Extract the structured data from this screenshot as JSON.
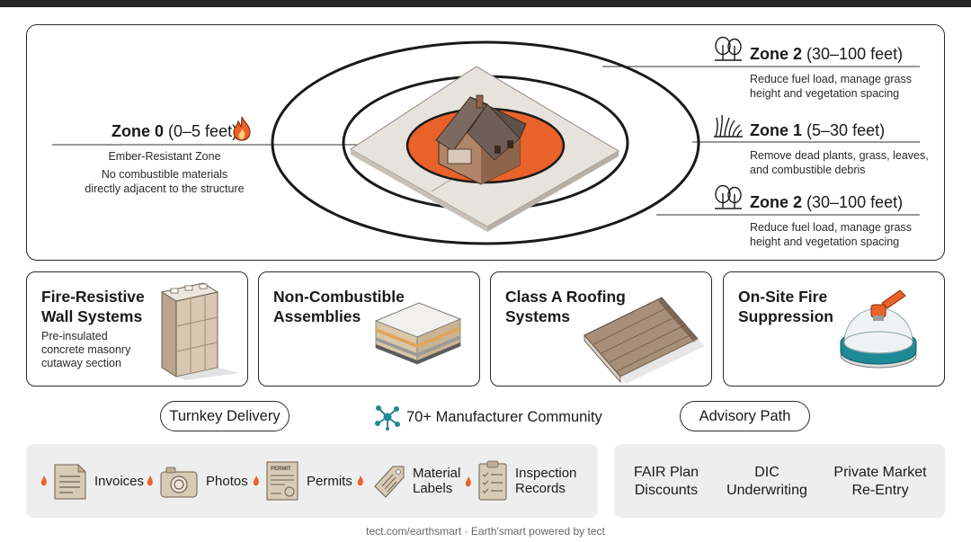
{
  "zones": {
    "zone0": {
      "name": "Zone 0",
      "range": "(0–5 feet)",
      "subtitle": "Ember-Resistant Zone",
      "description": "No combustible materials\ndirectly adjacent to the structure",
      "icon": "flame-icon"
    },
    "zone2_top": {
      "name": "Zone 2",
      "range": "(30–100 feet)",
      "description": "Reduce fuel load, manage grass\nheight and vegetation spacing",
      "icon": "trees-icon"
    },
    "zone1": {
      "name": "Zone 1",
      "range": "(5–30 feet)",
      "description": "Remove dead plants, grass, leaves,\nand combustible debris",
      "icon": "grass-icon"
    },
    "zone2_bottom": {
      "name": "Zone 2",
      "range": "(30–100 feet)",
      "description": "Reduce fuel load, manage grass\nheight and vegetation spacing",
      "icon": "trees-icon"
    }
  },
  "features": [
    {
      "title": "Fire-Resistive\nWall Systems",
      "subtitle": "Pre-insulated\nconcrete masonry\ncutaway section",
      "icon": "masonry-wall-icon"
    },
    {
      "title": "Non-Combustible\nAssemblies",
      "subtitle": "",
      "icon": "layered-panel-icon"
    },
    {
      "title": "Class A Roofing\nSystems",
      "subtitle": "",
      "icon": "roof-shingles-icon"
    },
    {
      "title": "On-Site Fire\nSuppression",
      "subtitle": "",
      "icon": "sprinkler-head-icon"
    }
  ],
  "pathway": {
    "left_pill": "Turnkey Delivery",
    "center": "70+ Manufacturer Community",
    "right_pill": "Advisory Path"
  },
  "documents": [
    {
      "label": "Invoices",
      "icon": "invoice-document-icon"
    },
    {
      "label": "Photos",
      "icon": "camera-icon"
    },
    {
      "label": "Permits",
      "icon": "permit-document-icon",
      "stamp_text": "PERMIT"
    },
    {
      "label": "Material\nLabels",
      "icon": "tag-icon"
    },
    {
      "label": "Inspection\nRecords",
      "icon": "clipboard-checklist-icon"
    }
  ],
  "advisory": [
    {
      "label": "FAIR Plan\nDiscounts"
    },
    {
      "label": "DIC\nUnderwriting"
    },
    {
      "label": "Private Market\nRe-Entry"
    }
  ],
  "footer": "tect.com/earthsmart · Earth'smart powered by tect",
  "colors": {
    "accent": "#e8622a",
    "ink": "#1a1a1a",
    "panel": "#eeeeee",
    "teal": "#1d8a96"
  }
}
